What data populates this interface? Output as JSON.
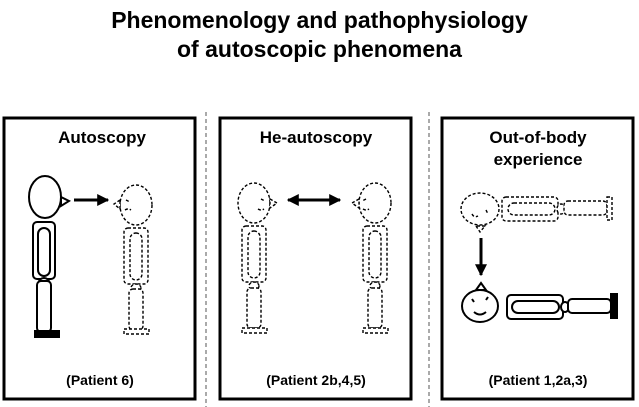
{
  "title": {
    "line1": "Phenomenology and pathophysiology",
    "line2": "of autoscopic phenomena"
  },
  "panels": [
    {
      "heading": "Autoscopy",
      "caption": "(Patient 6)"
    },
    {
      "heading": "He-autoscopy",
      "caption": "(Patient 2b,4,5)"
    },
    {
      "heading_line1": "Out-of-body",
      "heading_line2": "experience",
      "caption": "(Patient 1,2a,3)"
    }
  ]
}
